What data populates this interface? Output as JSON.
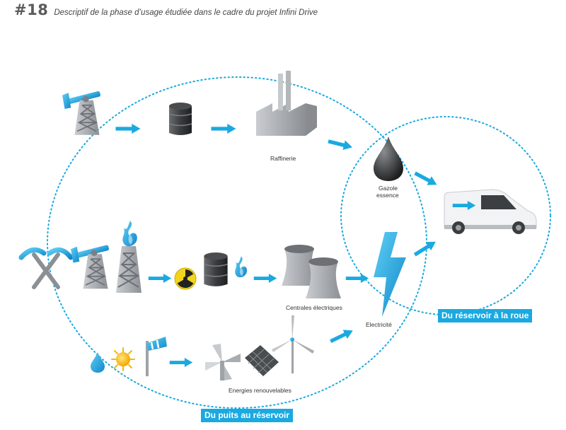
{
  "header": {
    "number": "#18",
    "description": "Descriptif de la phase d’usage étudiée dans le cadre du projet Infini Drive"
  },
  "labels": {
    "raffinerie": "Raffinerie",
    "gazole": "Gazole",
    "essence": "essence",
    "centrales": "Centrales électriques",
    "electricite": "Electricité",
    "renouvelables": "Energies renouvelables"
  },
  "tags": {
    "reservoir_roue": "Du réservoir à la roue",
    "puits_reservoir": "Du puits au réservoir"
  },
  "colors": {
    "accent": "#1aa9e0",
    "dotted_circle": "#1aa9e0",
    "icon_gray": "#9fa3a7"
  },
  "icons": [
    "oil-pump-icon",
    "oil-barrel-icon",
    "refinery-factory-icon",
    "fuel-drop-icon",
    "van-icon",
    "pickaxes-icon",
    "gas-rig-icon",
    "flame-icon",
    "radioactive-icon",
    "cooling-towers-icon",
    "lightning-bolt-icon",
    "water-drop-icon",
    "sun-icon",
    "windsock-icon",
    "windmill-icon",
    "solar-panel-icon",
    "wind-turbine-icon"
  ]
}
